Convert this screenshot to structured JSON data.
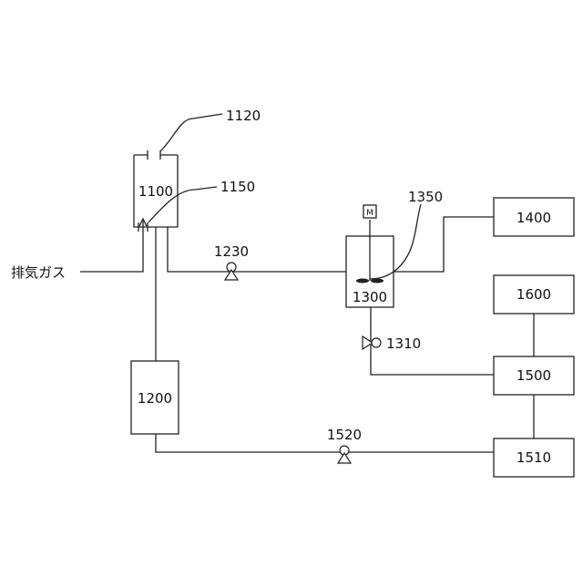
{
  "inlet_label": "排気ガス",
  "units": {
    "u1100": "1100",
    "u1200": "1200",
    "u1300": "1300",
    "u1400": "1400",
    "u1500": "1500",
    "u1510": "1510",
    "u1600": "1600"
  },
  "references": {
    "r1120": "1120",
    "r1150": "1150",
    "r1350": "1350"
  },
  "valves": {
    "v1230": "1230",
    "v1310": "1310",
    "v1520": "1520"
  },
  "motor_label": "M"
}
